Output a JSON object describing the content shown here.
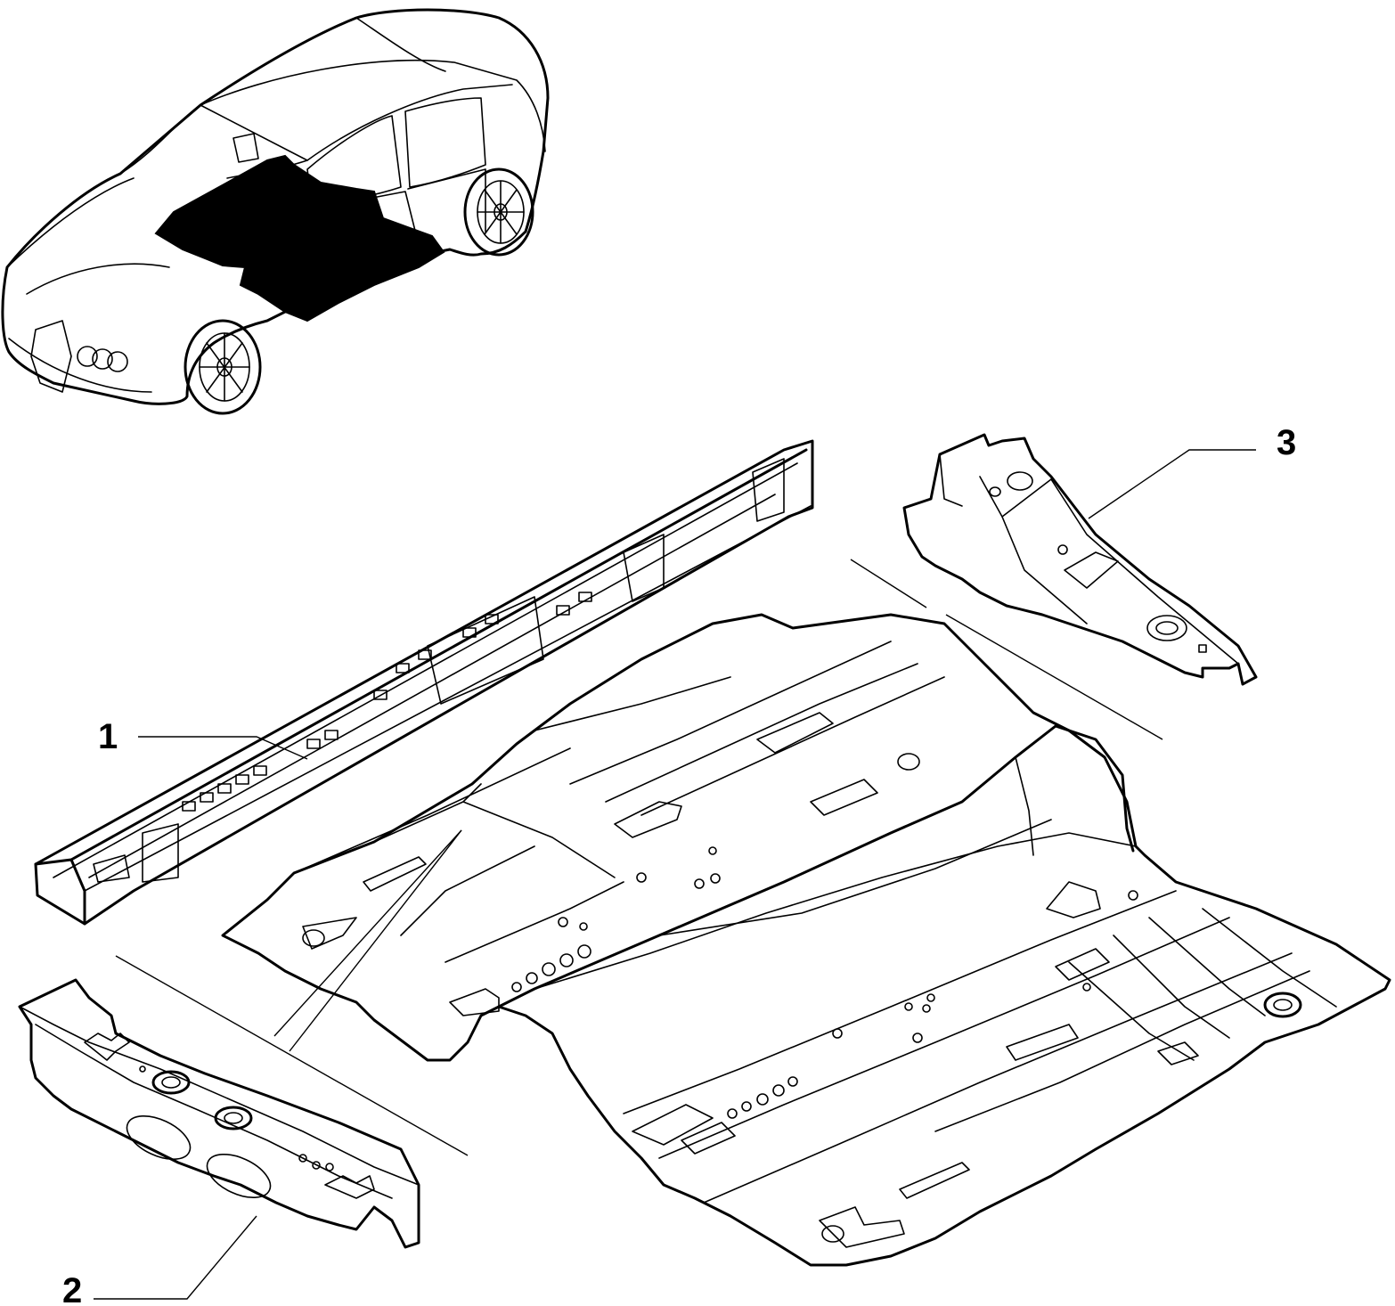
{
  "callouts": [
    {
      "id": "1",
      "text": "1"
    },
    {
      "id": "2",
      "text": "2"
    },
    {
      "id": "3",
      "text": "3"
    }
  ],
  "colors": {
    "line": "#000000",
    "background": "#ffffff",
    "highlight_fill": "#000000"
  }
}
